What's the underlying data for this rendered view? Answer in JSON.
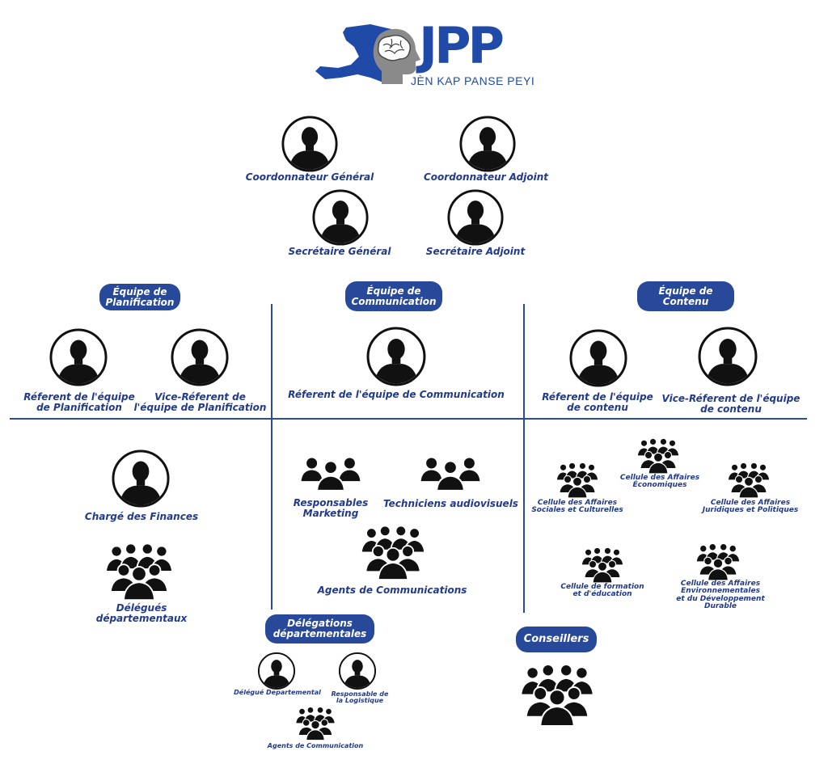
{
  "logo": {
    "title": "JPP",
    "subtitle": "JÈN KAP PANSE PEYI",
    "map_color": "#1f4aa8",
    "head_color": "#8a8a8a"
  },
  "colors": {
    "accent": "#223a8c",
    "pill": "#28489a",
    "line": "#2c4a9e"
  },
  "leadership": {
    "coordinator_general": "Coordonnateur Général",
    "coordinator_adjoint": "Coordonnateur Adjoint",
    "secretary_general": "Secrétaire Général",
    "secretary_adjoint": "Secrétaire Adjoint"
  },
  "teams": {
    "planning": {
      "title": "Équipe de\nPlanification",
      "referent": "Réferent  de l'équipe\nde Planification",
      "vice_referent": "Vice-Réferent  de\nl'équipe de Planification",
      "finance": "Chargé des Finances",
      "delegates": "Délégués\ndépartementaux"
    },
    "communication": {
      "title": "Équipe de\nCommunication",
      "referent": "Réferent  de l'équipe de Communication",
      "marketing": "Responsables\nMarketing",
      "technicians": "Techniciens audiovisuels",
      "agents": "Agents de Communications"
    },
    "content": {
      "title": "Équipe de\nContenu",
      "referent": "Réferent  de l'équipe\nde contenu",
      "vice_referent": "Vice-Réferent  de l'équipe\nde contenu",
      "cells": {
        "social": "Cellule des Affaires\nSociales et Culturelles",
        "economic": "Cellule des Affaires\nÉconomiques",
        "legal": "Cellule des Affaires\nJuridiques et Politiques",
        "education": "Cellule de formation\net d'éducation",
        "environment": "Cellule des Affaires\nEnvironnementales\net du Développement\nDurable"
      }
    }
  },
  "delegations": {
    "title": "Délégations\ndépartementales",
    "delegate": "Délégué Departemental",
    "logistics": "Responsable de\nla  Logistique",
    "agents": "Agents de Communication"
  },
  "advisors": {
    "title": "Conseillers"
  },
  "icons": [
    "person-icon",
    "group-icon",
    "haiti-map-icon",
    "brain-head-icon"
  ]
}
